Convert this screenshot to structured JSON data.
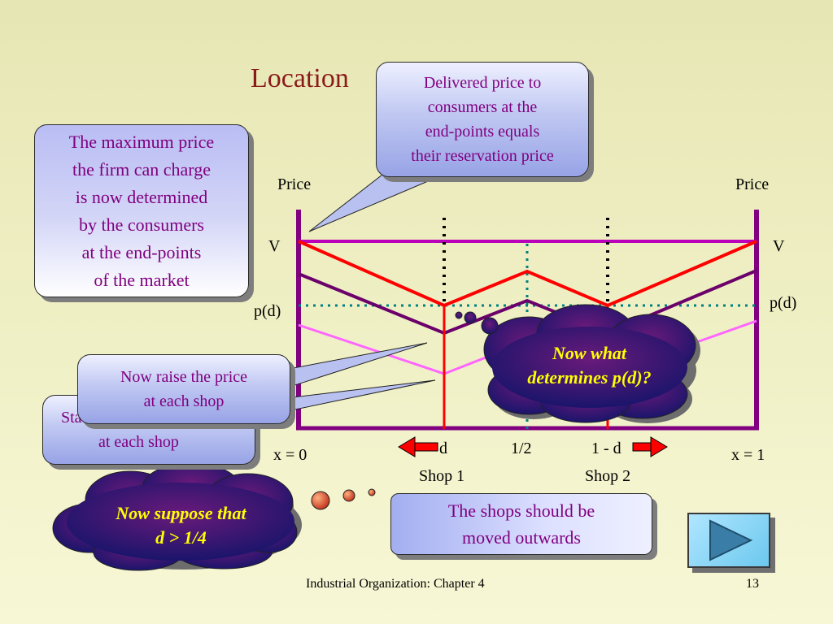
{
  "title": "Location",
  "callouts": {
    "delivered": [
      "Delivered price to",
      "consumers at the",
      "end-points equals",
      "their reservation price"
    ],
    "maximum": [
      "The maximum price",
      "the firm can charge",
      "is now determined",
      "by the consumers",
      "at the end-points",
      "of the market"
    ],
    "raise": [
      "Now raise the price",
      "at each shop"
    ],
    "start_partial": [
      "Sta",
      "at each shop"
    ],
    "moved": [
      "The shops should be",
      "moved outwards"
    ]
  },
  "clouds": {
    "what": [
      "Now what",
      "determines p(d)?"
    ],
    "suppose": [
      "Now suppose that",
      "d > 1/4"
    ]
  },
  "labels": {
    "price_left": "Price",
    "price_right": "Price",
    "v_left": "V",
    "v_right": "V",
    "pd_left": "p(d)",
    "pd_right": "p(d)",
    "x0": "x = 0",
    "x1": "x = 1",
    "d": "d",
    "half": "1/2",
    "one_minus_d": "1 - d",
    "shop1": "Shop 1",
    "shop2": "Shop 2"
  },
  "footer": {
    "course": "Industrial Organization: Chapter 4",
    "page": "13"
  },
  "colors": {
    "axis": "#800080",
    "red": "#ff0000",
    "dark_purple": "#6b006b",
    "pink": "#ff66ff",
    "teal": "#008080",
    "title": "#8b1a1a",
    "cloud_text": "#ffff00",
    "callout_text": "#800080"
  },
  "nav": {
    "icon": "play-triangle-icon"
  }
}
